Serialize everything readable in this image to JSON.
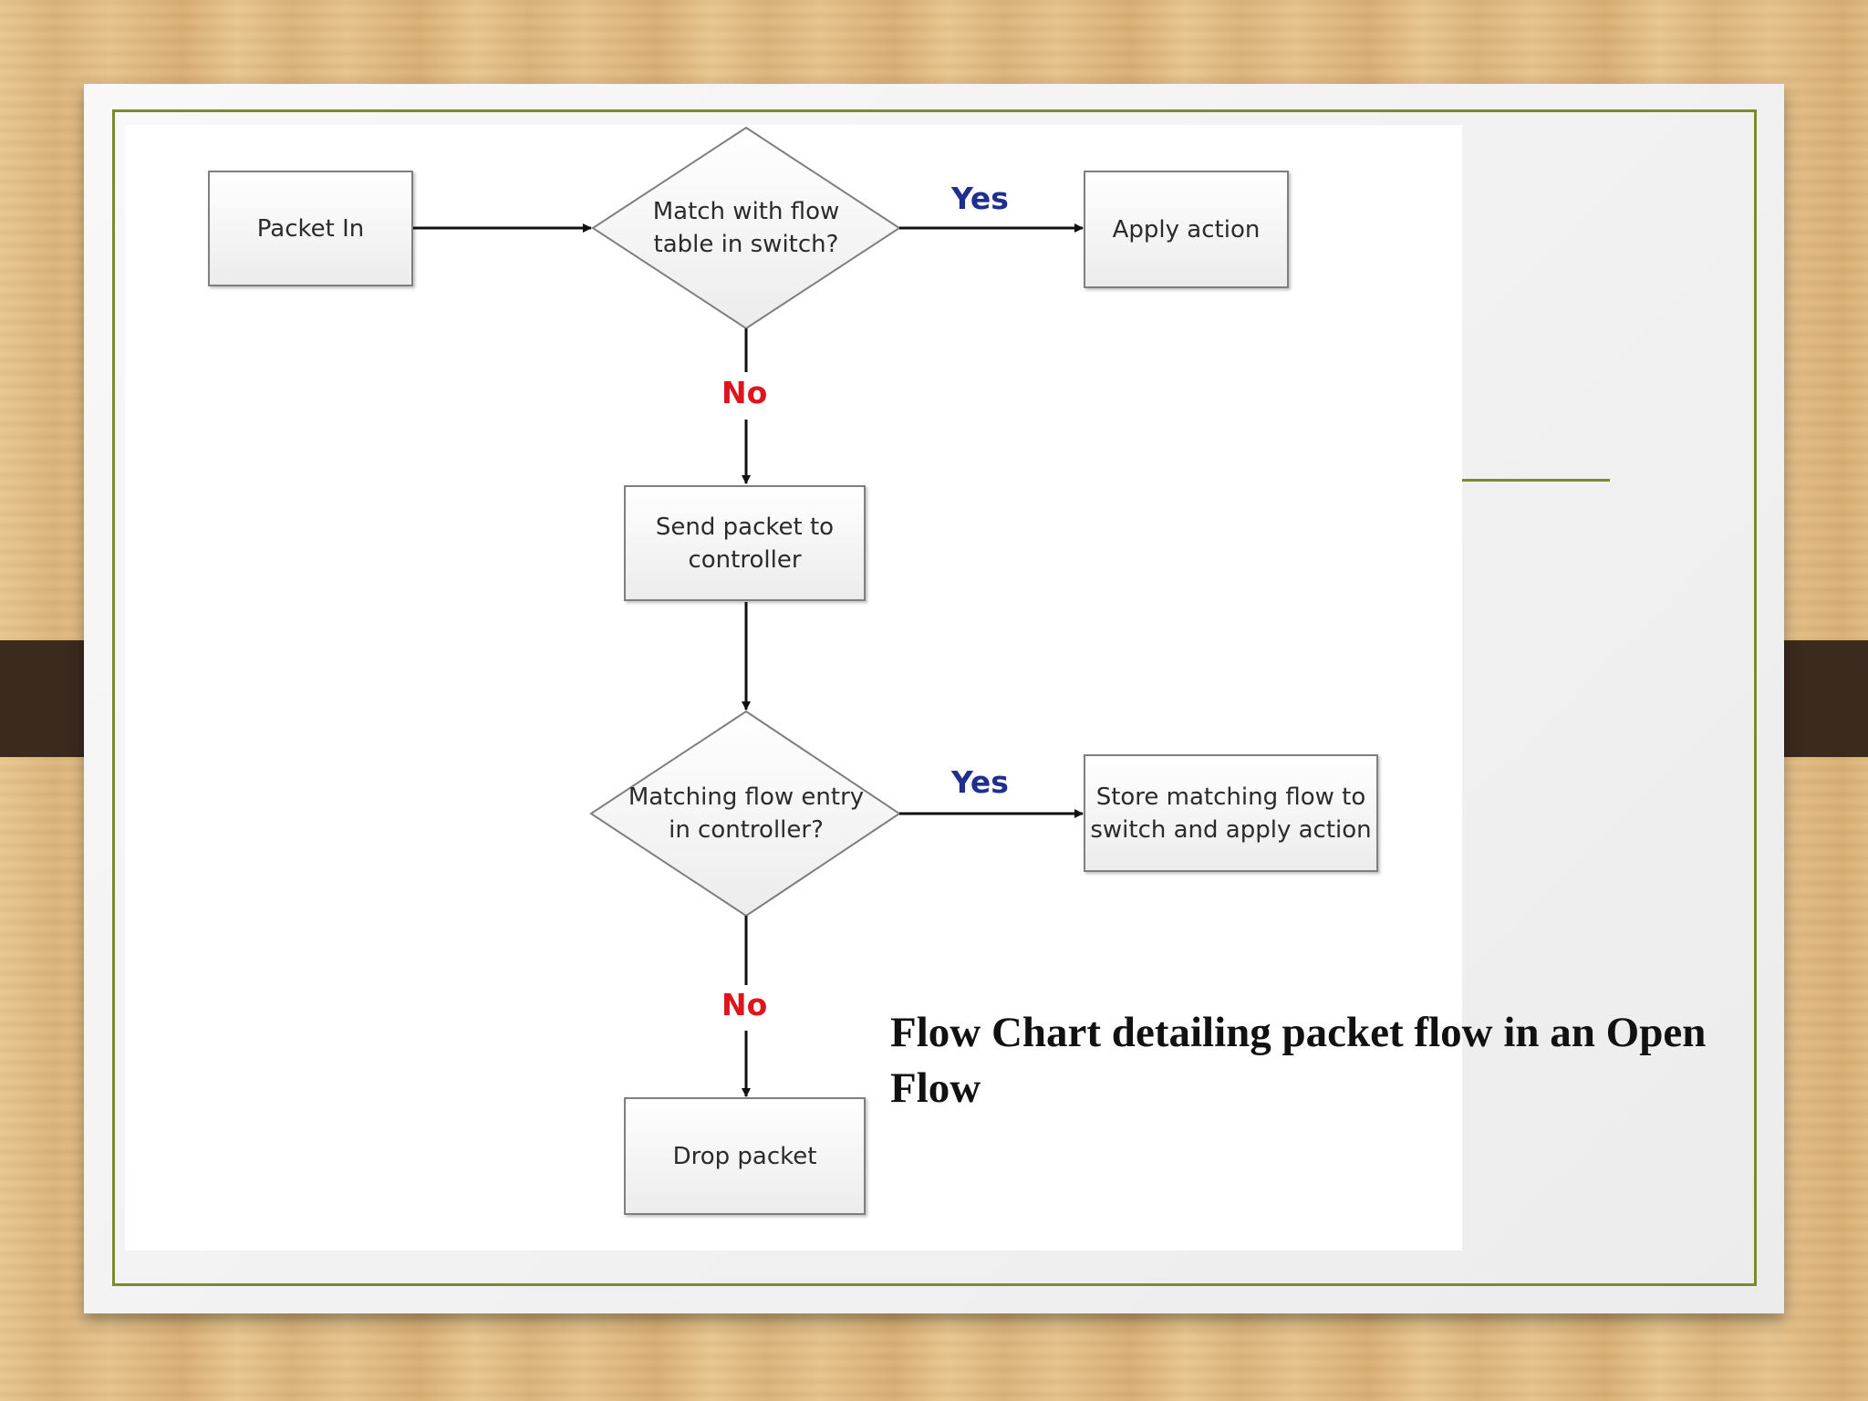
{
  "colors": {
    "yes": "#1f2f8f",
    "no": "#e0141c",
    "frame_accent": "#7a8c2a",
    "strap": "#3b2a1e"
  },
  "diagram": {
    "nodes": {
      "packet_in": "Packet In",
      "match_switch": "Match with flow\ntable in switch?",
      "apply_action": "Apply action",
      "send_controller": "Send packet to\ncontroller",
      "match_controller": "Matching flow entry\nin controller?",
      "store_flow": "Store matching flow to\nswitch and apply action",
      "drop_packet": "Drop packet"
    },
    "edge_labels": {
      "yes_1": "Yes",
      "no_1": "No",
      "yes_2": "Yes",
      "no_2": "No"
    }
  },
  "caption": "Flow Chart detailing packet flow in an Open Flow"
}
